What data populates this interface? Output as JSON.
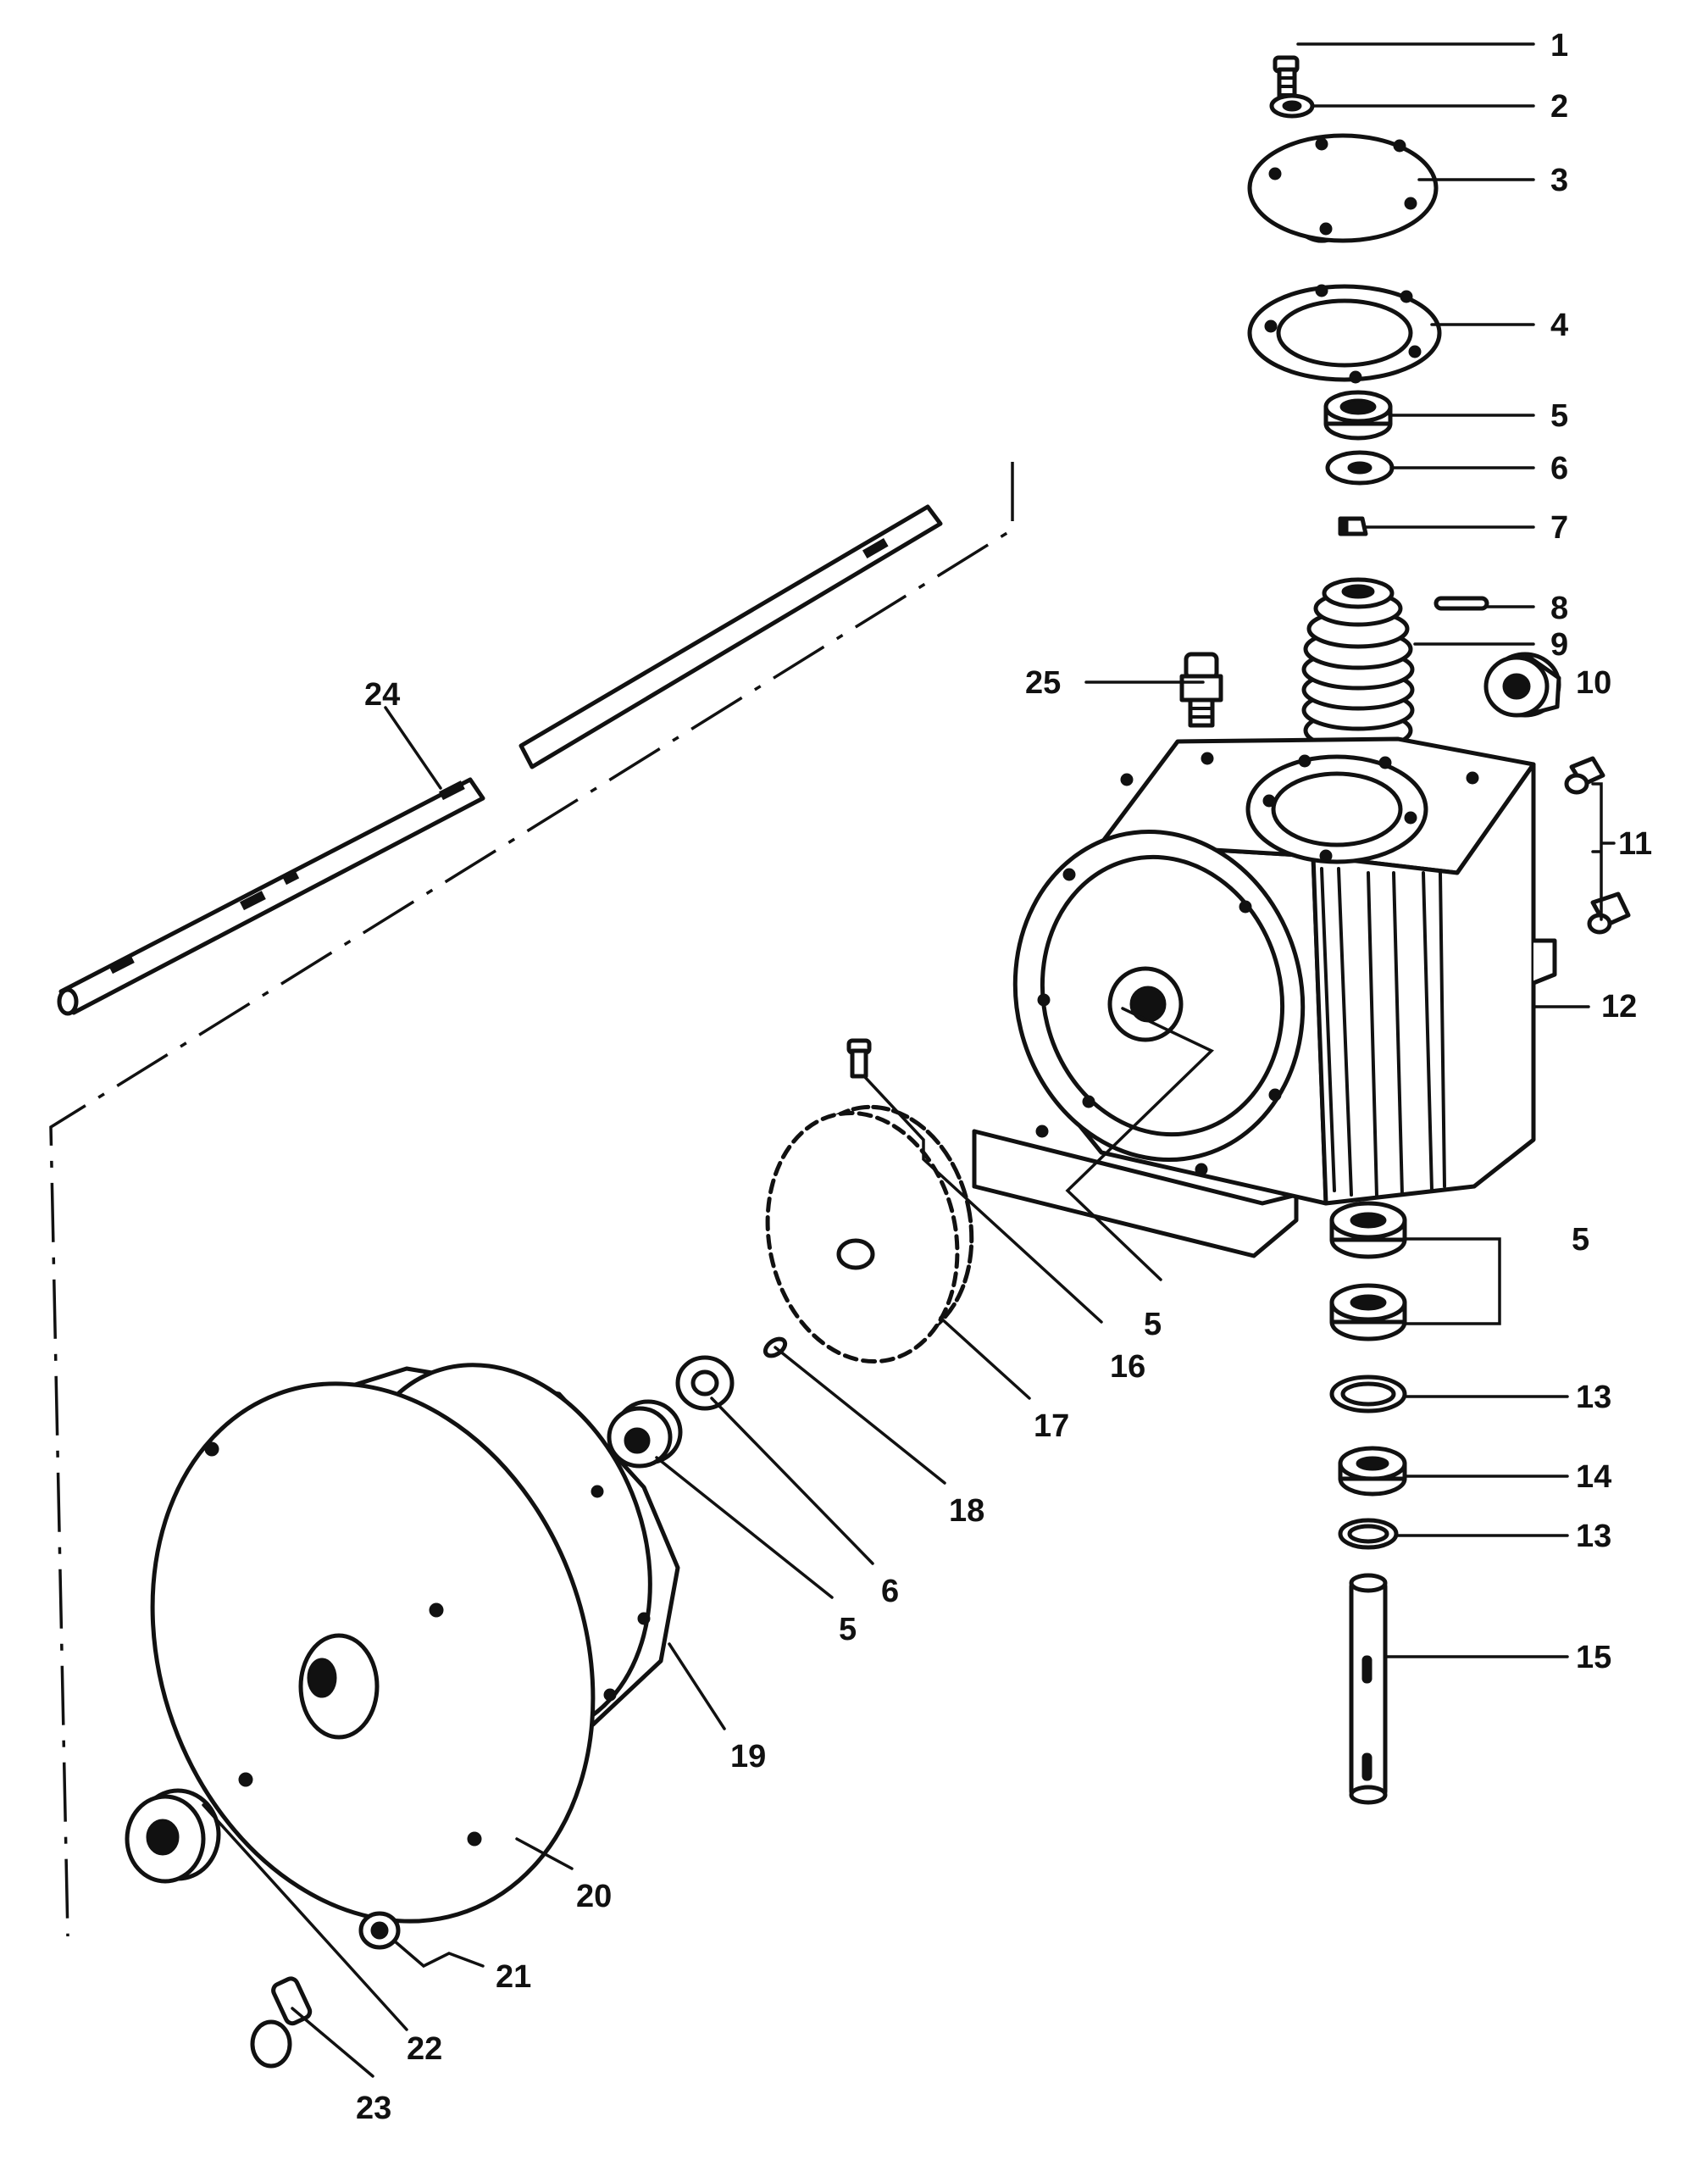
{
  "callouts": [
    {
      "id": "c1",
      "label": "1"
    },
    {
      "id": "c2",
      "label": "2"
    },
    {
      "id": "c3",
      "label": "3"
    },
    {
      "id": "c4",
      "label": "4"
    },
    {
      "id": "c5a",
      "label": "5"
    },
    {
      "id": "c6a",
      "label": "6"
    },
    {
      "id": "c7",
      "label": "7"
    },
    {
      "id": "c8",
      "label": "8"
    },
    {
      "id": "c9",
      "label": "9"
    },
    {
      "id": "c10",
      "label": "10"
    },
    {
      "id": "c11",
      "label": "11"
    },
    {
      "id": "c12",
      "label": "12"
    },
    {
      "id": "c5b",
      "label": "5"
    },
    {
      "id": "c5c",
      "label": "5"
    },
    {
      "id": "c13a",
      "label": "13"
    },
    {
      "id": "c14",
      "label": "14"
    },
    {
      "id": "c13b",
      "label": "13"
    },
    {
      "id": "c15",
      "label": "15"
    },
    {
      "id": "c16",
      "label": "16"
    },
    {
      "id": "c17",
      "label": "17"
    },
    {
      "id": "c18",
      "label": "18"
    },
    {
      "id": "c6b",
      "label": "6"
    },
    {
      "id": "c5d",
      "label": "5"
    },
    {
      "id": "c19",
      "label": "19"
    },
    {
      "id": "c20",
      "label": "20"
    },
    {
      "id": "c21",
      "label": "21"
    },
    {
      "id": "c22",
      "label": "22"
    },
    {
      "id": "c23",
      "label": "23"
    },
    {
      "id": "c24",
      "label": "24"
    },
    {
      "id": "c25",
      "label": "25"
    }
  ]
}
